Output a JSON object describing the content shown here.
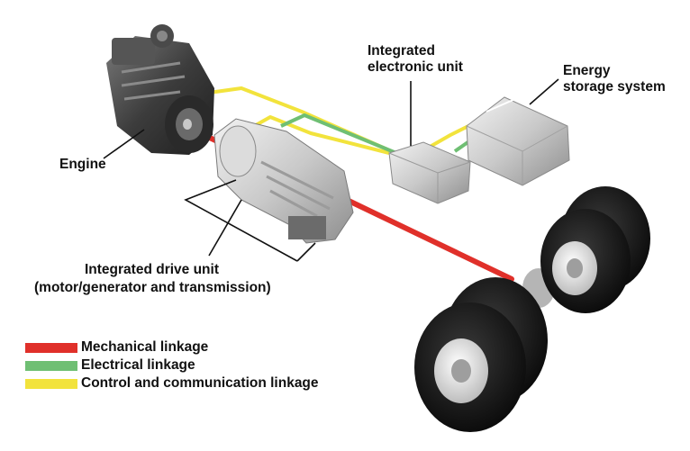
{
  "labels": {
    "engine": "Engine",
    "electronic_unit_line1": "Integrated",
    "electronic_unit_line2": "electronic unit",
    "energy_storage_line1": "Energy",
    "energy_storage_line2": "storage system",
    "drive_unit_line1": "Integrated drive unit",
    "drive_unit_line2": "(motor/generator and transmission)"
  },
  "legend": [
    {
      "label": "Mechanical linkage",
      "color": "#e0302a"
    },
    {
      "label": "Electrical linkage",
      "color": "#6fbf73"
    },
    {
      "label": "Control and communication linkage",
      "color": "#f2e33c"
    }
  ],
  "components": {
    "engine": "engine-icon",
    "transmission": "transmission-icon",
    "electronic_unit": "electronic-unit-icon",
    "energy_storage": "battery-pack-icon",
    "axle": "axle-wheels-icon"
  }
}
